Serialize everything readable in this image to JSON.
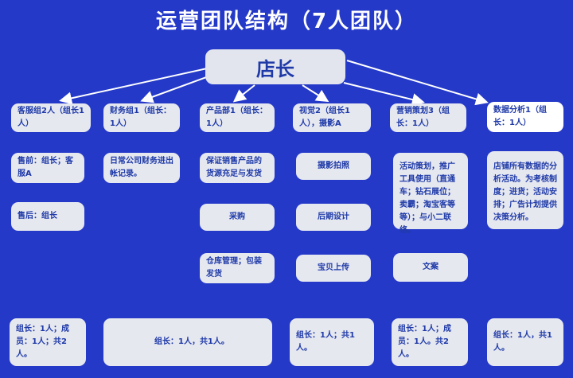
{
  "title": "运营团队结构（7人团队）",
  "root": "店长",
  "departments": [
    {
      "header": "客服组2人（组长1人）",
      "tasks": [
        "售前：组长；客服A",
        "售后：组长"
      ],
      "summary": "组长：1人；成员：1人；共2人。"
    },
    {
      "header": "财务组1（组长：1人）",
      "tasks": [
        "日常公司财务进出帐记录。"
      ],
      "summary": "组长：1人，共1人。"
    },
    {
      "header": "产品部1（组长：1人）",
      "tasks": [
        "保证销售产品的货源充足与发货",
        "采购",
        "仓库管理；包装发货"
      ],
      "summary": ""
    },
    {
      "header": "视觉2（组长1人），摄影A",
      "tasks": [
        "摄影拍照",
        "后期设计",
        "宝贝上传"
      ],
      "summary": "组长：1人；共1人。"
    },
    {
      "header": "营销策划3（组长：1人）",
      "tasks": [
        "活动策划，推广工具使用（直通车；钻石展位；卖霸；淘宝客等等）；与小二联络。",
        "文案"
      ],
      "summary": "组长：1人；成员：1人。共2人。"
    },
    {
      "header": "数据分析1（组长：1人）",
      "tasks": [
        "店铺所有数据的分析活动。为考核制度；进货；活动安排；广告计划提供决策分析。"
      ],
      "summary": "组长：1人，共1人。"
    }
  ]
}
